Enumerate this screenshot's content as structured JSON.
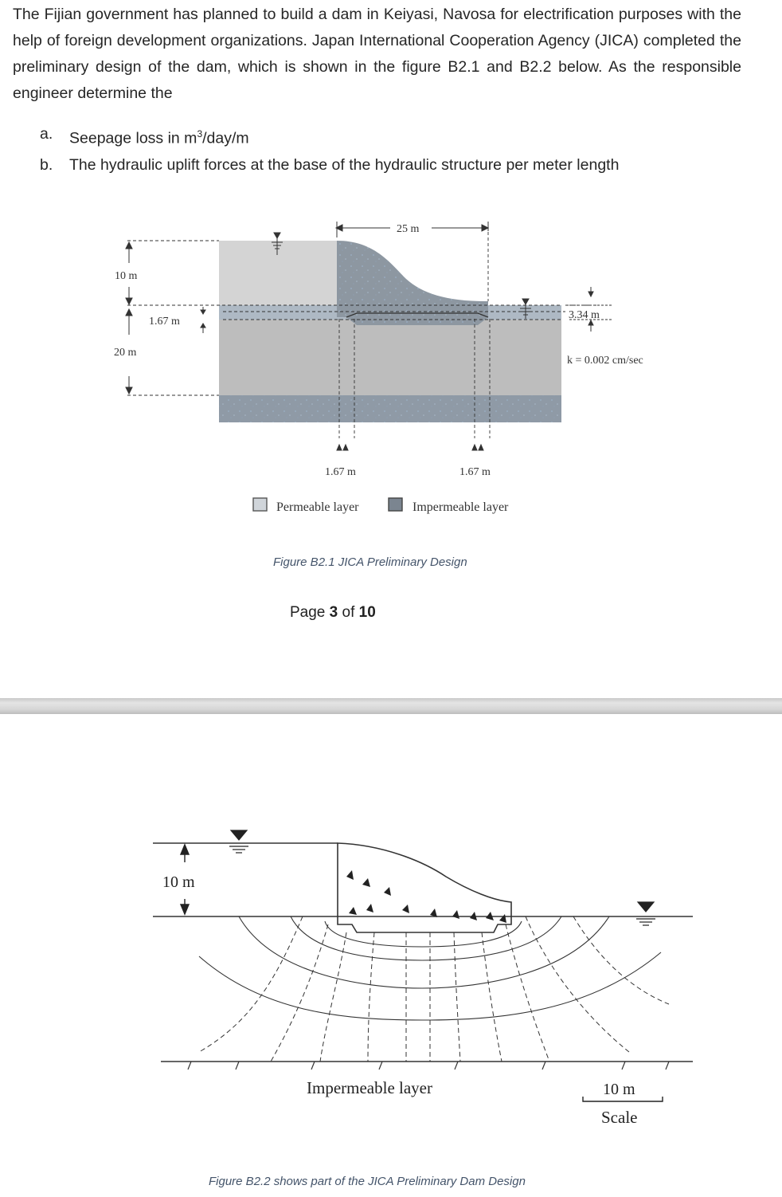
{
  "intro": "The Fijian government has planned to build a dam in Keiyasi, Navosa for electrification purposes with the help of foreign development organizations. Japan International Cooperation Agency (JICA) completed the preliminary design of the dam, which is shown in the figure B2.1 and B2.2 below. As the responsible engineer determine the",
  "tasks": [
    {
      "label": "a.",
      "text_before": "Seepage loss in m",
      "sup": "3",
      "text_after": "/day/m"
    },
    {
      "label": "b.",
      "text_before": "The hydraulic uplift forces at the base of the hydraulic structure per meter length",
      "sup": "",
      "text_after": ""
    }
  ],
  "figure1": {
    "dim_width": "25 m",
    "dim_upstream_head": "10 m",
    "dim_layer_depth": "20 m",
    "dim_upstream_key": "1.67 m",
    "dim_downstream_head": "3.34 m",
    "permeability": "k = 0.002 cm/sec",
    "dim_key_left": "1.67 m",
    "dim_key_right": "1.67 m",
    "legend_permeable": "Permeable layer",
    "legend_impermeable": "Impermeable layer",
    "caption": "Figure B2.1  JICA Preliminary Design"
  },
  "page": {
    "prefix": "Page ",
    "current": "3",
    "middle": " of ",
    "total": "10"
  },
  "figure2": {
    "dim_head": "10 m",
    "impermeable_label": "Impermeable layer",
    "scale_value": "10 m",
    "scale_label": "Scale",
    "caption": "Figure B2.2 shows part of the JICA Preliminary Dam Design"
  }
}
